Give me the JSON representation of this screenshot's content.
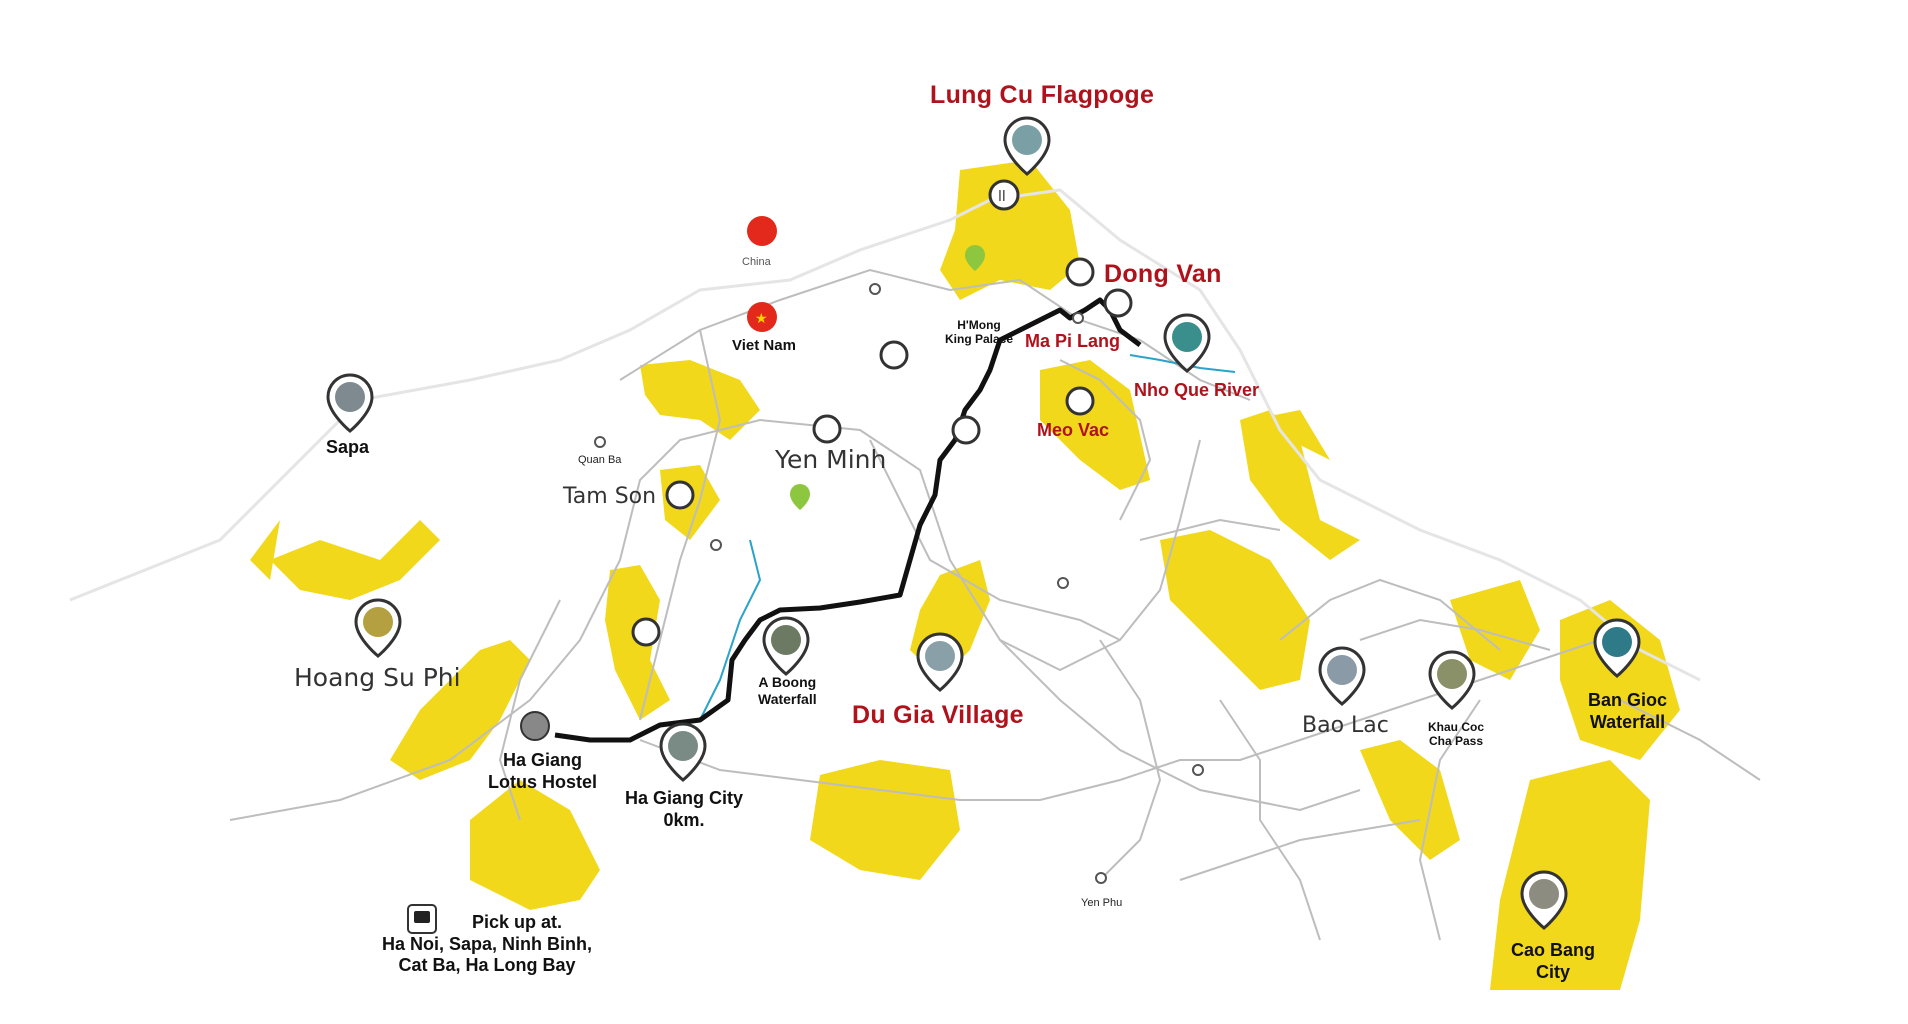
{
  "map": {
    "colors": {
      "region_fill": "#f2d81b",
      "road": "#bdbdbd",
      "route": "#111111",
      "river": "#2aa3c9",
      "highlight_text": "#b0121c"
    },
    "labels": {
      "lung_cu": "Lung Cu Flagpoge",
      "dong_van": "Dong Van",
      "ma_pi_lang": "Ma Pi Lang",
      "nho_que": "Nho Que River",
      "meo_vac": "Meo Vac",
      "du_gia": "Du Gia Village",
      "yen_minh": "Yen Minh",
      "tam_son": "Tam Son",
      "sapa": "Sapa",
      "hoang_su_phi": "Hoang Su Phi",
      "bao_lac": "Bao Lac",
      "china": "China",
      "viet_nam": "Viet Nam",
      "hmong_palace_1": "H'Mong",
      "hmong_palace_2": "King Palace",
      "a_boong_1": "A Boong",
      "a_boong_2": "Waterfall",
      "ha_giang_city_1": "Ha Giang City",
      "ha_giang_city_2": "0km.",
      "hostel_1": "Ha Giang",
      "hostel_2": "Lotus Hostel",
      "pickup_1": "Pick up at.",
      "pickup_2": "Ha Noi, Sapa, Ninh Binh,",
      "pickup_3": "Cat Ba, Ha Long Bay",
      "khau_coc_1": "Khau Coc",
      "khau_coc_2": "Cha Pass",
      "ban_gioc_1": "Ban Gioc",
      "ban_gioc_2": "Waterfall",
      "cao_bang_1": "Cao Bang",
      "cao_bang_2": "City",
      "quan_ba": "Quan Ba",
      "yen_phu": "Yen Phu"
    },
    "pin_icons": {
      "photo_pin": "photo-location-pin-icon",
      "small_pin": "small-map-pin-icon",
      "road_marker": "road-number-marker-icon"
    }
  }
}
